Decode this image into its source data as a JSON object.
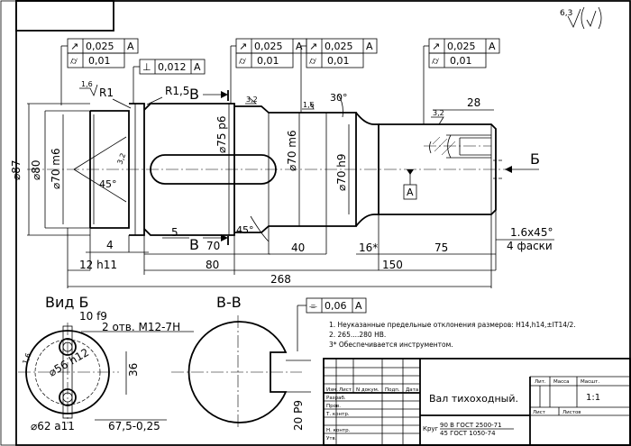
{
  "roughness_general": "6,3",
  "tolerance_frames": [
    {
      "sym": "↗",
      "val": "0,025",
      "datum": "A"
    },
    {
      "sym": "⌭",
      "val": "0,01"
    },
    {
      "sym": "⊥",
      "val": "0,012",
      "datum": "A"
    },
    {
      "sym": "↗",
      "val": "0,025",
      "datum": "A"
    },
    {
      "sym": "⌭",
      "val": "0,01"
    },
    {
      "sym": "↗",
      "val": "0,025",
      "datum": "A"
    },
    {
      "sym": "⌭",
      "val": "0,01"
    },
    {
      "sym": "↗",
      "val": "0,025",
      "datum": "A"
    },
    {
      "sym": "⌭",
      "val": "0,01"
    },
    {
      "sym": "⌯",
      "val": "0,06",
      "datum": "A"
    }
  ],
  "diameters": [
    "⌀87",
    "⌀80",
    "⌀70 m6",
    "⌀75 p6",
    "⌀70 m6",
    "⌀70 h9"
  ],
  "roughness": [
    "1,6",
    "3,2",
    "3,2",
    "1,6",
    "3,2",
    "1,6"
  ],
  "radii": [
    "R1",
    "R1,5"
  ],
  "angles": [
    "45°",
    "45°",
    "30°"
  ],
  "lengths": [
    "4",
    "12 h11",
    "5",
    "70",
    "80",
    "40",
    "16*",
    "75",
    "150",
    "268",
    "28"
  ],
  "chamfer": [
    "1.6x45°",
    "4 фаски"
  ],
  "section_marks": [
    "B",
    "B",
    "Б"
  ],
  "datum_a": "A",
  "view_b": {
    "title": "Вид Б",
    "d1": "10 f9",
    "d2": "2 отв. М12-7Н",
    "d3": "⌀56 h12",
    "d4": "⌀62 a11",
    "d5": "67,5-0,25",
    "d6": "36"
  },
  "section_bb": {
    "title": "В-В",
    "d1": "20 P9"
  },
  "notes": [
    "1. Неуказанные предельные отклонения размеров: Н14,h14,±IT14/2.",
    "2. 265....280 НВ.",
    "3* Обеспечивается инструментом."
  ],
  "title_block": {
    "name": "Вал тихоходный.",
    "scale": "1:1",
    "h_lit": "Лит.",
    "h_mass": "Масса",
    "h_scale": "Масшт.",
    "h_sheet": "Лист",
    "h_sheets": "Листов",
    "c_izm": "Изм.",
    "c_list": "Лист",
    "c_doc": "N докум.",
    "c_sign": "Подп.",
    "c_date": "Дата",
    "r_razr": "Разраб.",
    "r_prov": "Пров.",
    "r_tkontr": "Т. контр.",
    "r_nkontr": "Н. контр.",
    "r_utv": "Утв.",
    "material_prefix": "Круг",
    "material_top": "90 В ГОСТ 2500-71",
    "material_bottom": "45 ГОСТ 1050-74"
  }
}
